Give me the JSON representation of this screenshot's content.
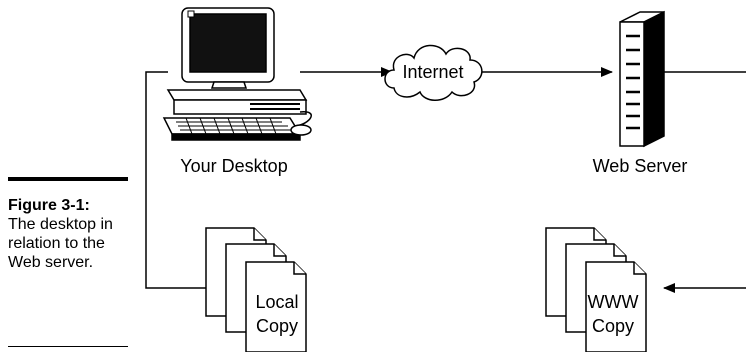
{
  "figure": {
    "number": "Figure 3-1:",
    "caption": "The desktop in relation to the Web server."
  },
  "nodes": {
    "desktop_label": "Your Desktop",
    "internet_label": "Internet",
    "server_label": "Web Server",
    "local_copy_line1": "Local",
    "local_copy_line2": "Copy",
    "www_copy_line1": "WWW",
    "www_copy_line2": "Copy"
  }
}
